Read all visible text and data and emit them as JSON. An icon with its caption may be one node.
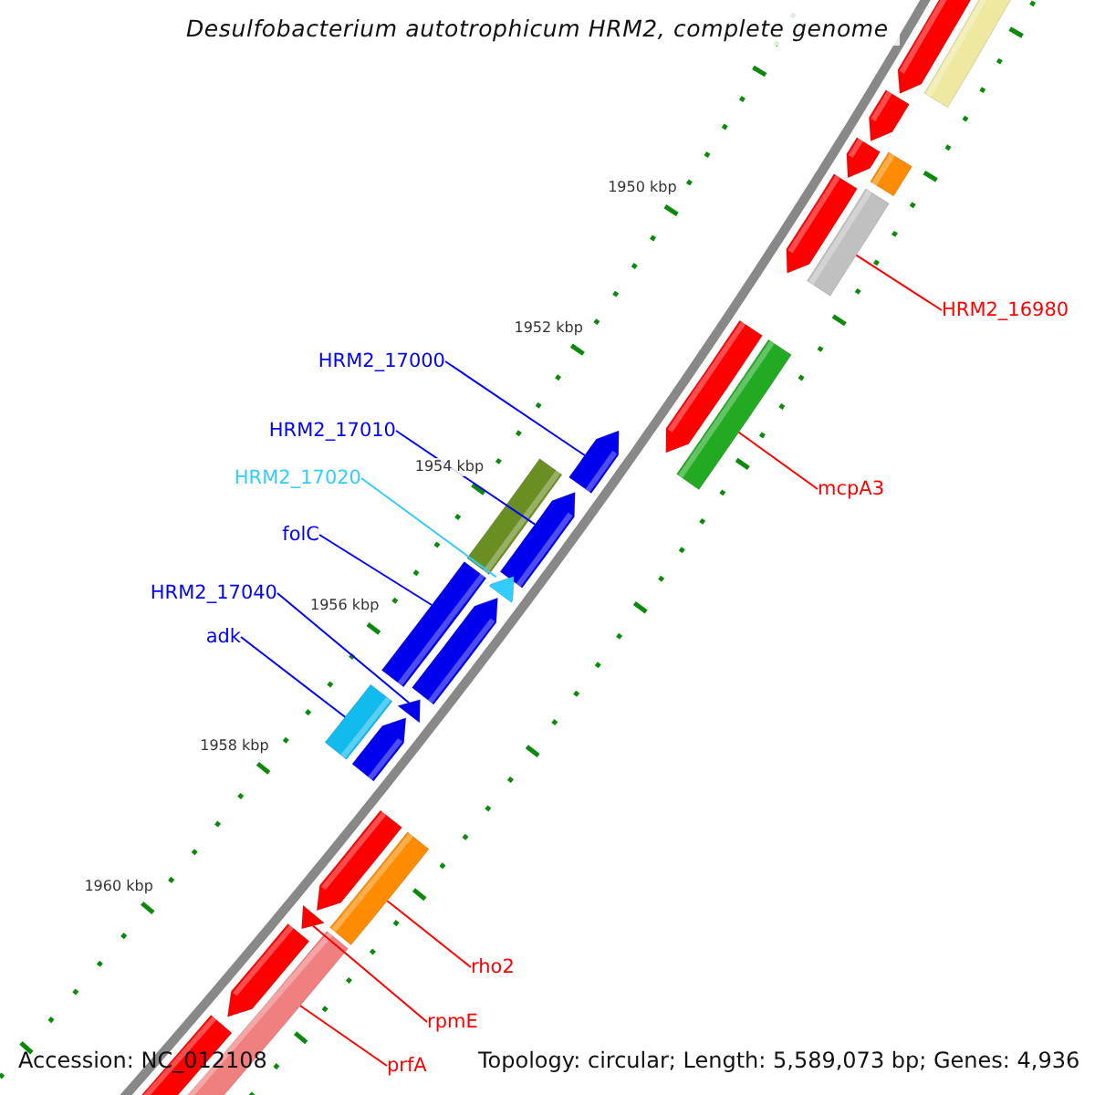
{
  "diagram": {
    "title": "Desulfobacterium autotrophicum HRM2, complete genome",
    "nodes": [
      {
        "text": [
          "HRM2_16980"
        ]
      },
      {
        "text": [
          "HRM2_17000"
        ]
      },
      {
        "text": [
          "HRM2_17010"
        ]
      },
      {
        "text": [
          "HRM2_17020"
        ]
      },
      {
        "text": [
          "mcpA3"
        ]
      },
      {
        "text": [
          "folC"
        ]
      },
      {
        "text": [
          "HRM2_17040"
        ]
      },
      {
        "text": [
          "adk"
        ]
      },
      {
        "text": [
          "rho2"
        ]
      },
      {
        "text": [
          "rpmE"
        ]
      },
      {
        "text": [
          "prfA"
        ]
      },
      {
        "text": [],
        "shape": "bar"
      },
      {
        "text": [],
        "shape": "bar"
      },
      {
        "text": [],
        "shape": "bar"
      },
      {
        "text": [],
        "shape": "bar"
      },
      {
        "text": [],
        "shape": "bar"
      },
      {
        "text": [],
        "shape": "bar"
      },
      {
        "text": [],
        "shape": "bar"
      },
      {
        "text": [],
        "shape": "bar"
      },
      {
        "text": [],
        "shape": "bar"
      },
      {
        "text": [],
        "shape": "bar"
      },
      {
        "text": [],
        "shape": "bar"
      }
    ],
    "edges": [
      {
        "from": 0,
        "to": 11,
        "arrow": "none",
        "color": "#ff0000"
      },
      {
        "from": 1,
        "to": 13,
        "arrow": "none",
        "color": "#0000ff"
      },
      {
        "from": 2,
        "to": 14,
        "arrow": "none",
        "color": "#0000ff"
      },
      {
        "from": 3,
        "to": 15,
        "arrow": "none",
        "color": "#33ccff"
      },
      {
        "from": 4,
        "to": 12,
        "arrow": "none",
        "color": "#ff0000"
      },
      {
        "from": 5,
        "to": 16,
        "arrow": "none",
        "color": "#0000ff"
      },
      {
        "from": 6,
        "to": 17,
        "arrow": "none",
        "color": "#0000ff"
      },
      {
        "from": 7,
        "to": 18,
        "arrow": "none",
        "color": "#0000ff"
      },
      {
        "from": 8,
        "to": 19,
        "arrow": "none",
        "color": "#ff0000"
      },
      {
        "from": 9,
        "to": 20,
        "arrow": "none",
        "color": "#ff0000"
      },
      {
        "from": 10,
        "to": 21,
        "arrow": "none",
        "color": "#ff0000"
      }
    ],
    "labels": [
      "1950 kbp",
      "1952 kbp",
      "1954 kbp",
      "1956 kbp",
      "1958 kbp",
      "1960 kbp",
      "Accession: NC_012108",
      "Topology: circular; Length: 5,589,073 bp; Genes: 4,936"
    ]
  }
}
